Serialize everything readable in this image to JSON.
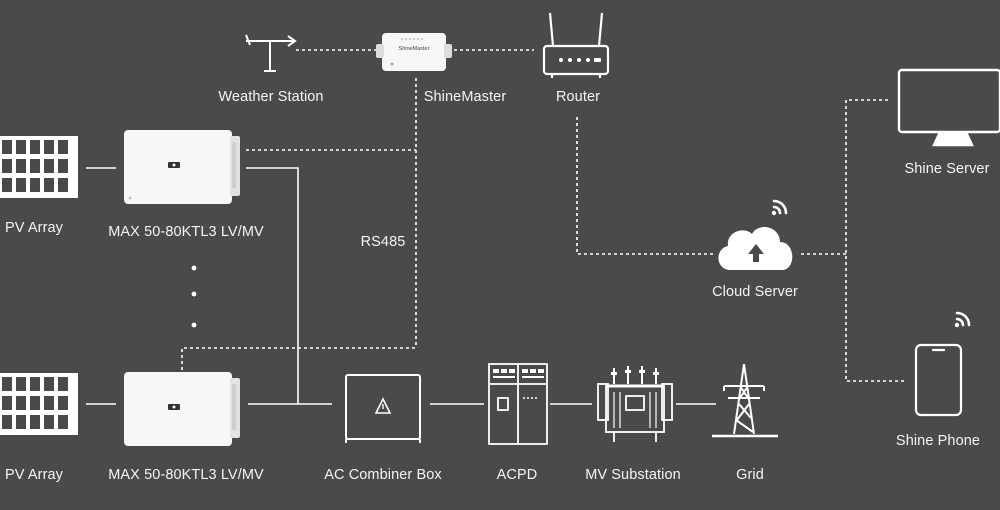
{
  "labels": {
    "weather_station": "Weather Station",
    "shinemaster": "ShineMaster",
    "router": "Router",
    "shine_server": "Shine Server",
    "pv_array_top": "PV Array",
    "inverter_top": "MAX 50-80KTL3 LV/MV",
    "rs485": "RS485",
    "cloud_server": "Cloud Server",
    "shine_phone": "Shine Phone",
    "pv_array_bottom": "PV Array",
    "inverter_bottom": "MAX 50-80KTL3 LV/MV",
    "ac_combiner_box": "AC Combiner Box",
    "acpd": "ACPD",
    "mv_substation": "MV Substation",
    "grid": "Grid"
  },
  "device_text": {
    "shinemaster_brand": "ShineMaster"
  },
  "icons": {
    "weather_station": "antenna-icon",
    "shinemaster": "datalogger-icon",
    "router": "router-icon",
    "monitor": "monitor-icon",
    "cloud": "cloud-upload-icon",
    "phone": "smartphone-icon",
    "wifi": "wifi-icon",
    "warning": "warning-icon",
    "transformer": "transformer-icon",
    "tower": "transmission-tower-icon"
  },
  "colors": {
    "background": "#4a4a4a",
    "lines": "#ffffff",
    "device_body": "#f7f7f7"
  }
}
